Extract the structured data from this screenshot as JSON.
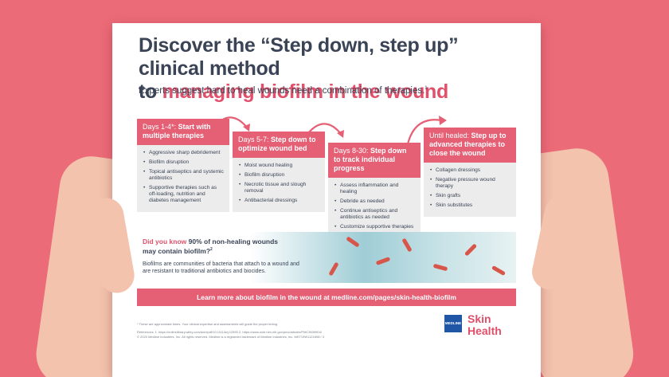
{
  "headline": {
    "line1": "Discover the “Step down, step up” clinical method",
    "line2_prefix": "to ",
    "line2_accent": "managing biofilm in the wound"
  },
  "subline": {
    "text": "Experts suggest hard to heal wounds need a combination of therapies.",
    "sup": "1"
  },
  "columns": [
    {
      "head_light": "Days 1-4*: ",
      "head_bold": "Start with multiple therapies",
      "items": [
        "Aggressive sharp debridement",
        "Biofilm disruption",
        "Topical antiseptics and systemic antibiotics",
        "Supportive therapies such as off-loading, nutrition and diabetes management"
      ]
    },
    {
      "head_light": "Days 5-7: ",
      "head_bold": "Step down to optimize wound bed",
      "items": [
        "Moist wound healing",
        "Biofilm disruption",
        "Necrotic tissue and slough removal",
        "Antibacterial dressings"
      ]
    },
    {
      "head_light": "Days 8-30: ",
      "head_bold": "Step down to track individual progress",
      "items": [
        "Assess inflammation and healing",
        "Debride as needed",
        "Continue antiseptics and antibiotics as needed",
        "Customize supportive therapies"
      ]
    },
    {
      "head_light": "Until healed: ",
      "head_bold": "Step up to advanced therapies to close the wound",
      "items": [
        "Collagen dressings",
        "Negative pressure wound therapy",
        "Skin grafts",
        "Skin substitutes"
      ]
    }
  ],
  "biofilm": {
    "title_prefix": "Did you know ",
    "title_bold": "90% of non-healing wounds may contain biofilm?",
    "title_sup": "2",
    "text": "Biofilms are communities of bacteria that attach to a wound and are resistant to traditional antibiotics and biocides."
  },
  "cta": {
    "text": "Learn more about biofilm in the wound at medline.com/pages/skin-health-biofilm"
  },
  "footer": {
    "note": "* These are approximate times. Your clinical expertise and assessments will guide the proper timing.",
    "refs": "References: 1. https://onlinelibrary.wiley.com/doi/epdf/10.1111/iwj.12590  2. https://www.ncbi.nlm.nih.gov/pmc/articles/PMC3639904/",
    "copyright": "© 2020 Medline Industries, Inc. All rights reserved. Medline is a registered trademark of Medline Industries, Inc. MKT19W1121698 / 3"
  },
  "logo": {
    "mark": "MEDLINE",
    "line1": "Skin",
    "line2": "Health"
  },
  "colors": {
    "background": "#ec6b78",
    "accent": "#e55f75",
    "navy": "#3a4456",
    "panel": "#ececec"
  }
}
